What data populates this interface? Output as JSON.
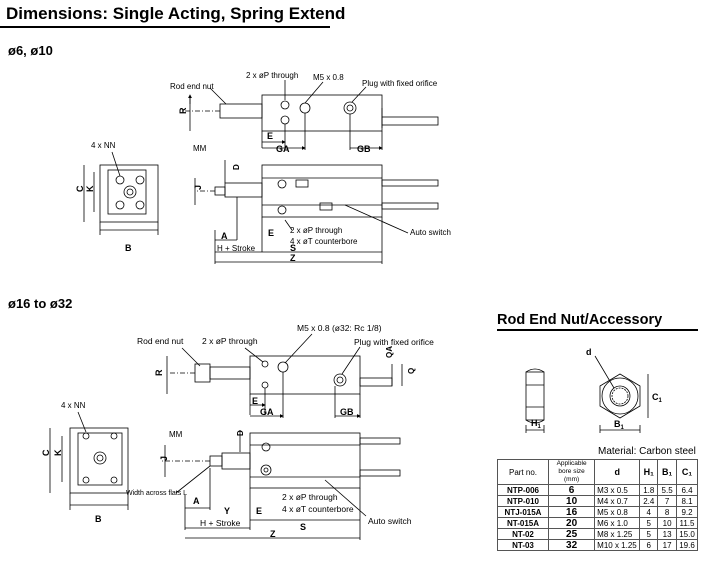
{
  "page_title": "Dimensions: Single Acting, Spring Extend",
  "section_small": "ø6, ø10",
  "section_large": "ø16 to ø32",
  "rod_end_title": "Rod End Nut/Accessory",
  "material": "Material: Carbon steel",
  "small_labels": {
    "rod_end_nut": "Rod end nut",
    "port_through": "2 x øP through",
    "m5": "M5 x 0.8",
    "plug": "Plug with fixed orifice",
    "r": "R",
    "e": "E",
    "ga": "GA",
    "gb": "GB",
    "nn": "4 x NN",
    "c": "C",
    "k": "K",
    "b": "B",
    "mm": "MM",
    "d": "D",
    "j": "J",
    "a": "A",
    "h_stroke": "H + Stroke",
    "s": "S",
    "z": "Z",
    "e2": "E",
    "port_through2": "2 x øP through",
    "counterbore": "4 x øT counterbore",
    "auto_switch": "Auto switch",
    "phi": "ø"
  },
  "large_labels": {
    "rod_end_nut": "Rod end nut",
    "port_through": "2 x øP through",
    "m5": "M5 x 0.8 (ø32: Rc 1/8)",
    "plug": "Plug with fixed orifice",
    "r": "R",
    "qa": "QA",
    "q": "Q",
    "e": "E",
    "ga": "GA",
    "gb": "GB",
    "nn": "4 x NN",
    "c": "C",
    "k": "K",
    "b": "B",
    "mm": "MM",
    "d": "D",
    "j": "J",
    "flats": "Width across flats L",
    "a": "A",
    "y": "Y",
    "h_stroke": "H + Stroke",
    "e2": "E",
    "s": "S",
    "z": "Z",
    "port_through2": "2 x øP through",
    "counterbore": "4 x øT counterbore",
    "auto_switch": "Auto switch",
    "phi": "ø"
  },
  "nut_labels": {
    "d": "d",
    "c1": "C",
    "h1": "H",
    "b1": "B",
    "sub1": "1"
  },
  "table": {
    "headers": {
      "part": "Part no.",
      "size": "Applicable bore size (mm)",
      "d": "d",
      "h1": "H₁",
      "b1": "B₁",
      "c1": "C₁"
    },
    "rows": [
      {
        "part": "NTP-006",
        "size": "6",
        "d": "M3 x 0.5",
        "h1": "1.8",
        "b1": "5.5",
        "c1": "6.4"
      },
      {
        "part": "NTP-010",
        "size": "10",
        "d": "M4 x 0.7",
        "h1": "2.4",
        "b1": "7",
        "c1": "8.1"
      },
      {
        "part": "NTJ-015A",
        "size": "16",
        "d": "M5 x 0.8",
        "h1": "4",
        "b1": "8",
        "c1": "9.2"
      },
      {
        "part": "NT-015A",
        "size": "20",
        "d": "M6 x 1.0",
        "h1": "5",
        "b1": "10",
        "c1": "11.5"
      },
      {
        "part": "NT-02",
        "size": "25",
        "d": "M8 x 1.25",
        "h1": "5",
        "b1": "13",
        "c1": "15.0"
      },
      {
        "part": "NT-03",
        "size": "32",
        "d": "M10 x 1.25",
        "h1": "6",
        "b1": "17",
        "c1": "19.6"
      }
    ]
  }
}
